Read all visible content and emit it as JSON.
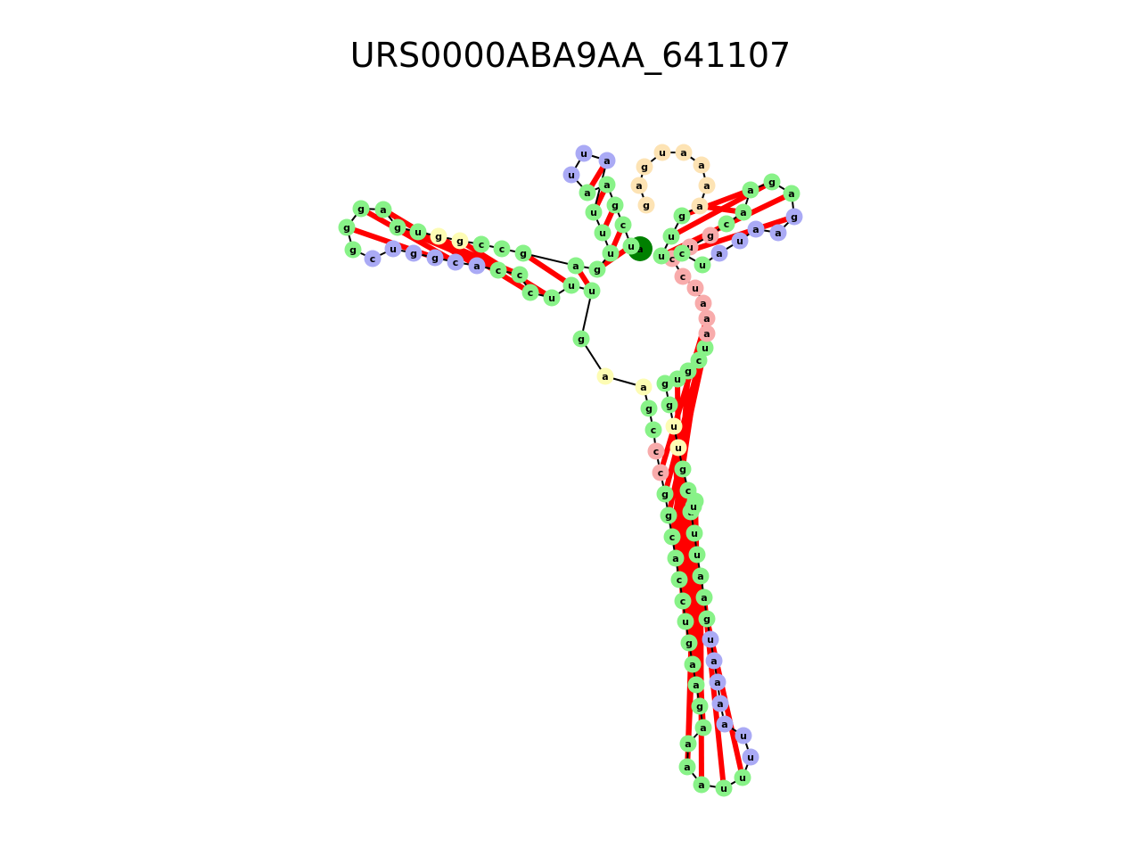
{
  "title": "URS0000ABA9AA_641107",
  "colors": {
    "stem": "#88f288",
    "hairpin_loop": "#aaaaf5",
    "interior_loop": "#fdfcb4",
    "multi_loop": "#f8abab",
    "unpaired_5prime": "#fde3b4",
    "five_prime_marker": "#008000",
    "three_prime_marker": "#ff0000",
    "backbone": "#000000",
    "base_pair": "#ff0000"
  },
  "nucleotides": [
    {
      "base": "a",
      "type": "five_prime_marker"
    },
    {
      "base": "u",
      "type": "stem"
    },
    {
      "base": "c",
      "type": "stem"
    },
    {
      "base": "g",
      "type": "stem"
    },
    {
      "base": "a",
      "type": "stem"
    },
    {
      "base": "a",
      "type": "stem"
    },
    {
      "base": "u",
      "type": "hairpin_loop"
    },
    {
      "base": "u",
      "type": "hairpin_loop"
    },
    {
      "base": "a",
      "type": "hairpin_loop"
    },
    {
      "base": "u",
      "type": "stem"
    },
    {
      "base": "u",
      "type": "stem"
    },
    {
      "base": "u",
      "type": "stem"
    },
    {
      "base": "g",
      "type": "stem"
    },
    {
      "base": "a",
      "type": "stem"
    },
    {
      "base": "g",
      "type": "stem"
    },
    {
      "base": "c",
      "type": "stem"
    },
    {
      "base": "c",
      "type": "stem"
    },
    {
      "base": "g",
      "type": "interior_loop"
    },
    {
      "base": "g",
      "type": "interior_loop"
    },
    {
      "base": "u",
      "type": "stem"
    },
    {
      "base": "g",
      "type": "stem"
    },
    {
      "base": "a",
      "type": "stem"
    },
    {
      "base": "g",
      "type": "stem"
    },
    {
      "base": "g",
      "type": "stem"
    },
    {
      "base": "g",
      "type": "stem"
    },
    {
      "base": "c",
      "type": "hairpin_loop"
    },
    {
      "base": "u",
      "type": "hairpin_loop"
    },
    {
      "base": "g",
      "type": "hairpin_loop"
    },
    {
      "base": "g",
      "type": "hairpin_loop"
    },
    {
      "base": "c",
      "type": "hairpin_loop"
    },
    {
      "base": "a",
      "type": "hairpin_loop"
    },
    {
      "base": "c",
      "type": "stem"
    },
    {
      "base": "c",
      "type": "stem"
    },
    {
      "base": "c",
      "type": "stem"
    },
    {
      "base": "u",
      "type": "stem"
    },
    {
      "base": "u",
      "type": "stem"
    },
    {
      "base": "u",
      "type": "stem"
    },
    {
      "base": "g",
      "type": "stem"
    },
    {
      "base": "a",
      "type": "interior_loop"
    },
    {
      "base": "a",
      "type": "interior_loop"
    },
    {
      "base": "g",
      "type": "stem"
    },
    {
      "base": "c",
      "type": "stem"
    },
    {
      "base": "c",
      "type": "multi_loop"
    },
    {
      "base": "c",
      "type": "multi_loop"
    },
    {
      "base": "g",
      "type": "stem"
    },
    {
      "base": "g",
      "type": "stem"
    },
    {
      "base": "c",
      "type": "stem"
    },
    {
      "base": "a",
      "type": "stem"
    },
    {
      "base": "c",
      "type": "stem"
    },
    {
      "base": "c",
      "type": "stem"
    },
    {
      "base": "u",
      "type": "stem"
    },
    {
      "base": "g",
      "type": "stem"
    },
    {
      "base": "a",
      "type": "stem"
    },
    {
      "base": "a",
      "type": "stem"
    },
    {
      "base": "g",
      "type": "stem"
    },
    {
      "base": "a",
      "type": "stem"
    },
    {
      "base": "a",
      "type": "stem"
    },
    {
      "base": "a",
      "type": "stem"
    },
    {
      "base": "a",
      "type": "stem"
    },
    {
      "base": "u",
      "type": "stem"
    },
    {
      "base": "u",
      "type": "stem"
    },
    {
      "base": "u",
      "type": "hairpin_loop"
    },
    {
      "base": "u",
      "type": "hairpin_loop"
    },
    {
      "base": "a",
      "type": "hairpin_loop"
    },
    {
      "base": "a",
      "type": "hairpin_loop"
    },
    {
      "base": "a",
      "type": "hairpin_loop"
    },
    {
      "base": "a",
      "type": "hairpin_loop"
    },
    {
      "base": "u",
      "type": "hairpin_loop"
    },
    {
      "base": "g",
      "type": "stem"
    },
    {
      "base": "a",
      "type": "stem"
    },
    {
      "base": "a",
      "type": "stem"
    },
    {
      "base": "u",
      "type": "stem"
    },
    {
      "base": "u",
      "type": "stem"
    },
    {
      "base": "u",
      "type": "stem"
    },
    {
      "base": "u",
      "type": "stem"
    },
    {
      "base": "u",
      "type": "stem"
    },
    {
      "base": "c",
      "type": "stem"
    },
    {
      "base": "g",
      "type": "stem"
    },
    {
      "base": "u",
      "type": "interior_loop"
    },
    {
      "base": "u",
      "type": "interior_loop"
    },
    {
      "base": "g",
      "type": "stem"
    },
    {
      "base": "g",
      "type": "stem"
    },
    {
      "base": "u",
      "type": "stem"
    },
    {
      "base": "g",
      "type": "stem"
    },
    {
      "base": "c",
      "type": "stem"
    },
    {
      "base": "u",
      "type": "stem"
    },
    {
      "base": "a",
      "type": "multi_loop"
    },
    {
      "base": "a",
      "type": "multi_loop"
    },
    {
      "base": "a",
      "type": "multi_loop"
    },
    {
      "base": "u",
      "type": "multi_loop"
    },
    {
      "base": "c",
      "type": "multi_loop"
    },
    {
      "base": "c",
      "type": "multi_loop"
    },
    {
      "base": "u",
      "type": "multi_loop"
    },
    {
      "base": "g",
      "type": "multi_loop"
    },
    {
      "base": "c",
      "type": "stem"
    },
    {
      "base": "a",
      "type": "stem"
    },
    {
      "base": "a",
      "type": "stem"
    },
    {
      "base": "g",
      "type": "stem"
    },
    {
      "base": "a",
      "type": "stem"
    },
    {
      "base": "g",
      "type": "hairpin_loop"
    },
    {
      "base": "a",
      "type": "hairpin_loop"
    },
    {
      "base": "a",
      "type": "hairpin_loop"
    },
    {
      "base": "u",
      "type": "hairpin_loop"
    },
    {
      "base": "a",
      "type": "hairpin_loop"
    },
    {
      "base": "u",
      "type": "stem"
    },
    {
      "base": "c",
      "type": "stem"
    },
    {
      "base": "u",
      "type": "stem"
    },
    {
      "base": "u",
      "type": "stem"
    },
    {
      "base": "g",
      "type": "stem"
    },
    {
      "base": "a",
      "type": "unpaired_5prime"
    },
    {
      "base": "a",
      "type": "unpaired_5prime"
    },
    {
      "base": "a",
      "type": "unpaired_5prime"
    },
    {
      "base": "a",
      "type": "unpaired_5prime"
    },
    {
      "base": "u",
      "type": "unpaired_5prime"
    },
    {
      "base": "g",
      "type": "unpaired_5prime"
    },
    {
      "base": "a",
      "type": "unpaired_5prime"
    },
    {
      "base": "g",
      "type": "unpaired_5prime"
    },
    {
      "base": "a",
      "type": "unpaired_5prime"
    },
    {
      "base": "g",
      "type": "three_prime_marker"
    }
  ]
}
